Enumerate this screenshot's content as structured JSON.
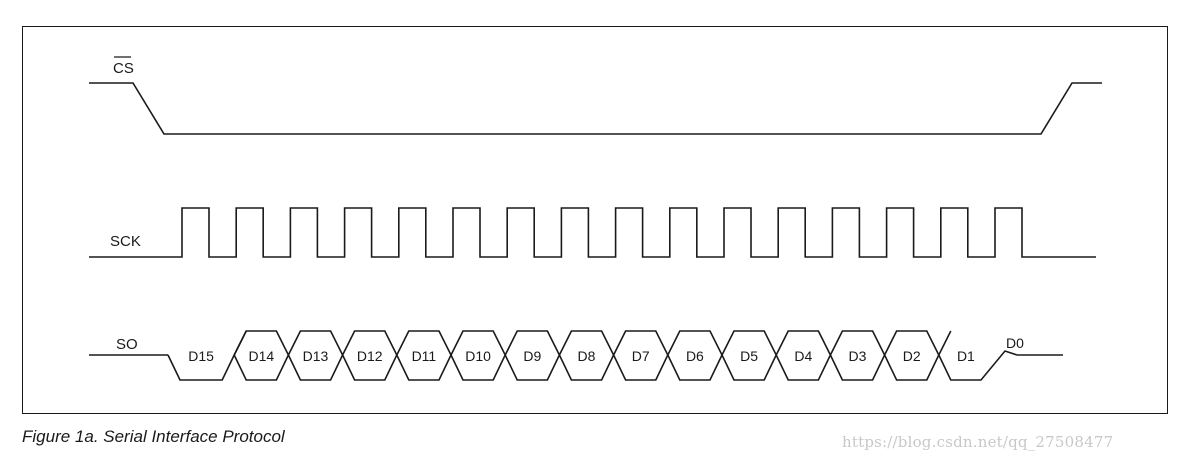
{
  "signals": {
    "cs": "CS",
    "sck": "SCK",
    "so": "SO"
  },
  "bits": [
    "D15",
    "D14",
    "D13",
    "D12",
    "D11",
    "D10",
    "D9",
    "D8",
    "D7",
    "D6",
    "D5",
    "D4",
    "D3",
    "D2",
    "D1"
  ],
  "last_bit": "D0",
  "caption": "Figure 1a. Serial Interface Protocol",
  "watermark": "https://blog.csdn.net/qq_27508477",
  "colors": {
    "line": "#1a1a1a",
    "watermark": "#c8c8c8"
  }
}
